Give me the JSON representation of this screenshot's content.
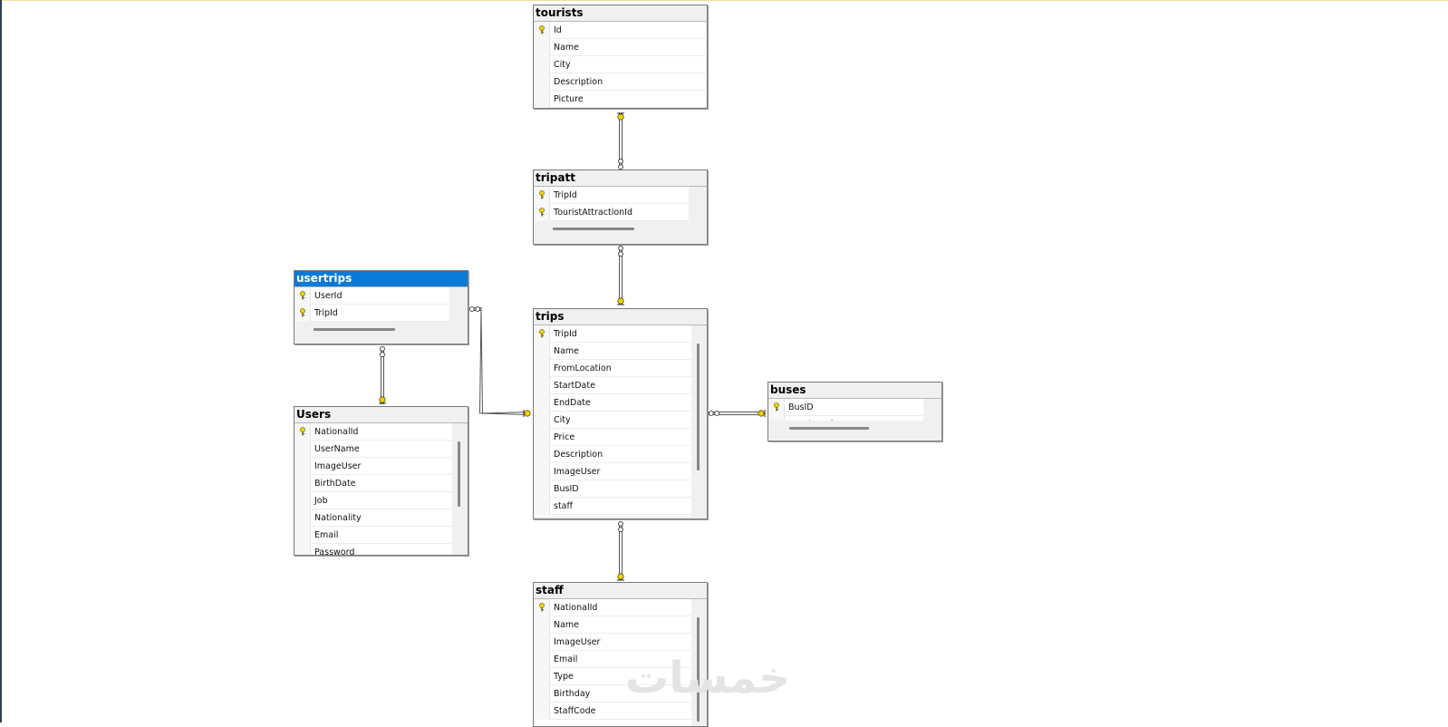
{
  "tables": {
    "tourists": {
      "title": "tourists",
      "columns": [
        {
          "name": "Id",
          "key": true
        },
        {
          "name": "Name",
          "key": false
        },
        {
          "name": "City",
          "key": false
        },
        {
          "name": "Description",
          "key": false
        },
        {
          "name": "Picture",
          "key": false
        }
      ]
    },
    "tripatt": {
      "title": "tripatt",
      "columns": [
        {
          "name": "TripId",
          "key": true
        },
        {
          "name": "TouristAttractionId",
          "key": true
        }
      ]
    },
    "usertrips": {
      "title": "usertrips",
      "columns": [
        {
          "name": "UserId",
          "key": true
        },
        {
          "name": "TripId",
          "key": true
        }
      ]
    },
    "trips": {
      "title": "trips",
      "columns": [
        {
          "name": "TripId",
          "key": true
        },
        {
          "name": "Name",
          "key": false
        },
        {
          "name": "FromLocation",
          "key": false
        },
        {
          "name": "StartDate",
          "key": false
        },
        {
          "name": "EndDate",
          "key": false
        },
        {
          "name": "City",
          "key": false
        },
        {
          "name": "Price",
          "key": false
        },
        {
          "name": "Description",
          "key": false
        },
        {
          "name": "ImageUser",
          "key": false
        },
        {
          "name": "BusID",
          "key": false
        },
        {
          "name": "staff",
          "key": false
        }
      ]
    },
    "buses": {
      "title": "buses",
      "columns": [
        {
          "name": "BusID",
          "key": true
        },
        {
          "name": "NumberOfSeats",
          "key": false
        }
      ]
    },
    "users": {
      "title": "Users",
      "columns": [
        {
          "name": "NationalId",
          "key": true
        },
        {
          "name": "UserName",
          "key": false
        },
        {
          "name": "ImageUser",
          "key": false
        },
        {
          "name": "BirthDate",
          "key": false
        },
        {
          "name": "Job",
          "key": false
        },
        {
          "name": "Nationality",
          "key": false
        },
        {
          "name": "Email",
          "key": false
        },
        {
          "name": "Password",
          "key": false
        }
      ]
    },
    "staff": {
      "title": "staff",
      "columns": [
        {
          "name": "NationalId",
          "key": true
        },
        {
          "name": "Name",
          "key": false
        },
        {
          "name": "ImageUser",
          "key": false
        },
        {
          "name": "Email",
          "key": false
        },
        {
          "name": "Type",
          "key": false
        },
        {
          "name": "Birthday",
          "key": false
        },
        {
          "name": "StaffCode",
          "key": false
        }
      ]
    }
  },
  "relationships": [
    {
      "from": "tourists",
      "to": "tripatt"
    },
    {
      "from": "trips",
      "to": "tripatt"
    },
    {
      "from": "trips",
      "to": "usertrips"
    },
    {
      "from": "users",
      "to": "usertrips"
    },
    {
      "from": "buses",
      "to": "trips"
    },
    {
      "from": "staff",
      "to": "trips"
    }
  ],
  "selected_table": "usertrips",
  "watermark": "خمسات",
  "colors": {
    "selected_header": "#0a7ad6",
    "key_icon": "#f2d200",
    "frame": "#2d3f5c"
  }
}
